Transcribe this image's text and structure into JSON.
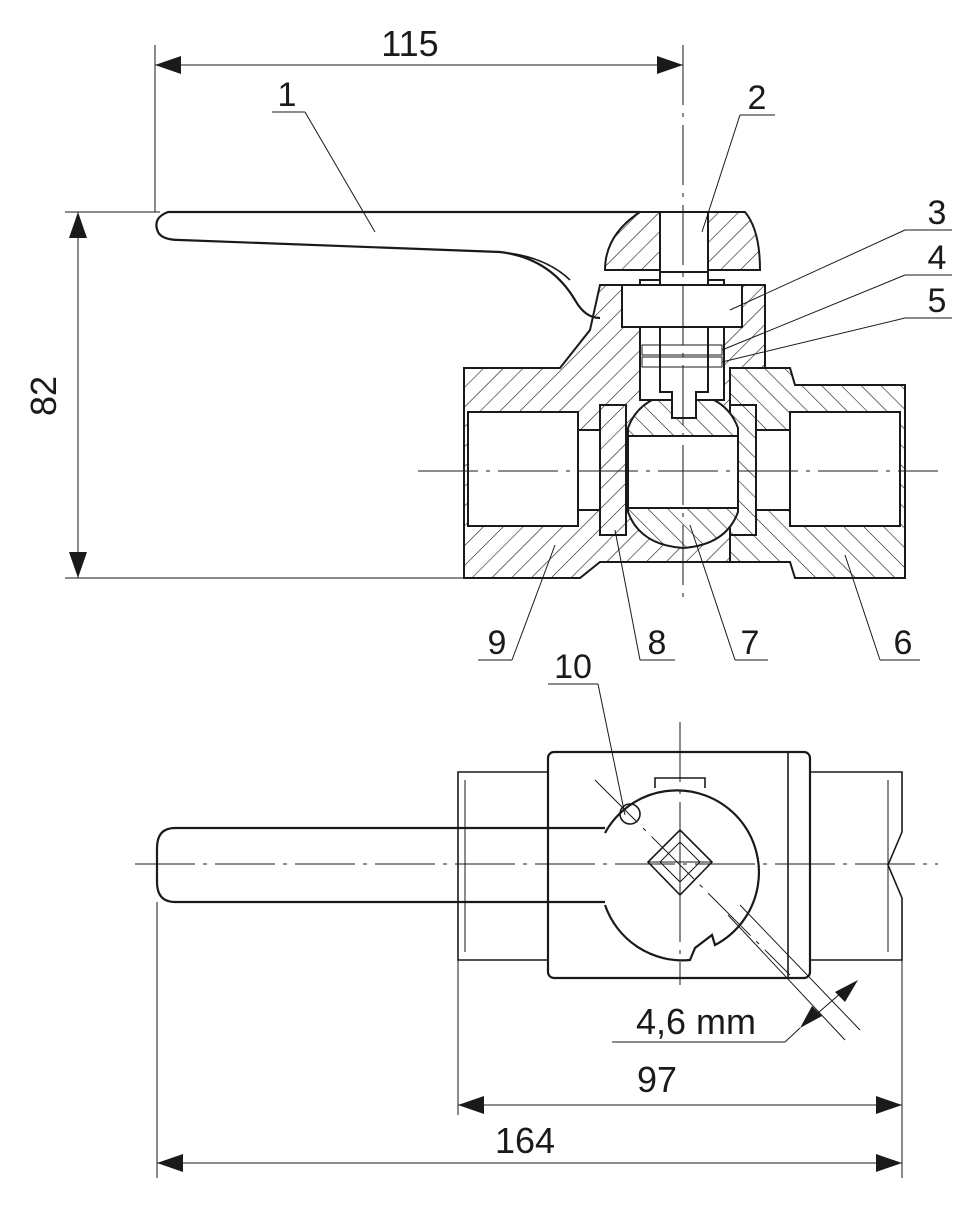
{
  "dimensions": {
    "handle_reach": "115",
    "height": "82",
    "body_length": "97",
    "overall_length": "164",
    "slot_width": "4,6 mm"
  },
  "part_labels": [
    "1",
    "2",
    "3",
    "4",
    "5",
    "6",
    "7",
    "8",
    "9",
    "10"
  ]
}
